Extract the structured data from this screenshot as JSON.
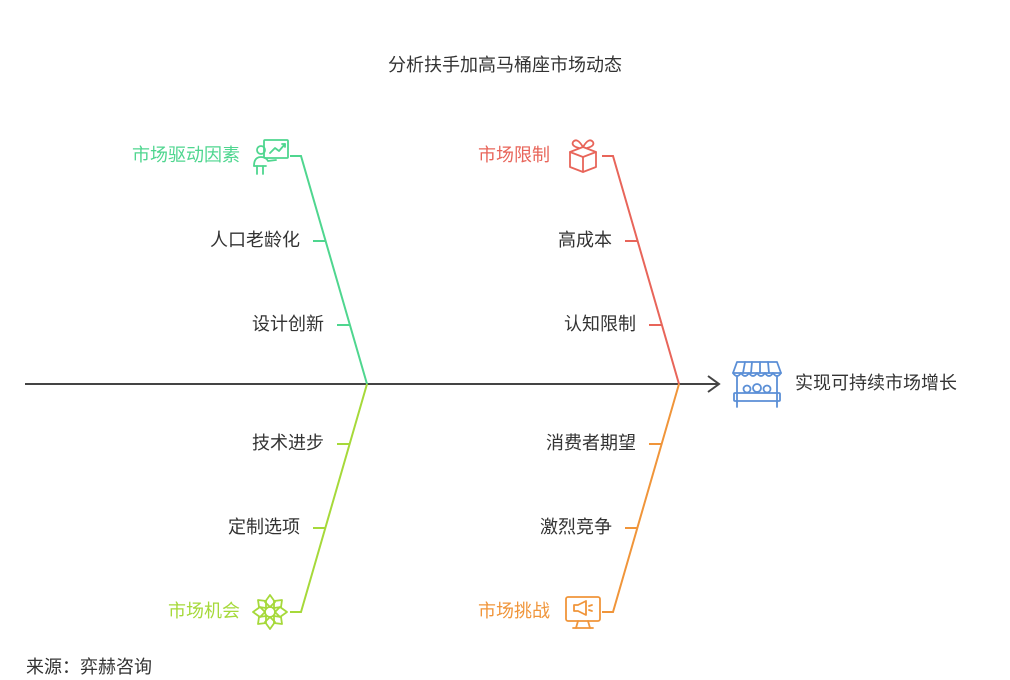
{
  "title": "分析扶手加高马桶座市场动态",
  "outcome": "实现可持续市场增长",
  "source": "来源：弈赫咨询",
  "categories": {
    "drivers": {
      "label": "市场驱动因素",
      "color": "#4fd68f",
      "icon": "presenter-chart-icon",
      "items": [
        "人口老龄化",
        "设计创新"
      ]
    },
    "restraints": {
      "label": "市场限制",
      "color": "#e8655a",
      "icon": "gift-box-icon",
      "items": [
        "高成本",
        "认知限制"
      ]
    },
    "opportunities": {
      "label": "市场机会",
      "color": "#a6d93a",
      "icon": "snowflake-icon",
      "items": [
        "技术进步",
        "定制选项"
      ]
    },
    "challenges": {
      "label": "市场挑战",
      "color": "#f0953a",
      "icon": "megaphone-monitor-icon",
      "items": [
        "消费者期望",
        "激烈竞争"
      ]
    }
  },
  "colors": {
    "spine": "#444444",
    "outcome_icon": "#5b8fd6"
  }
}
